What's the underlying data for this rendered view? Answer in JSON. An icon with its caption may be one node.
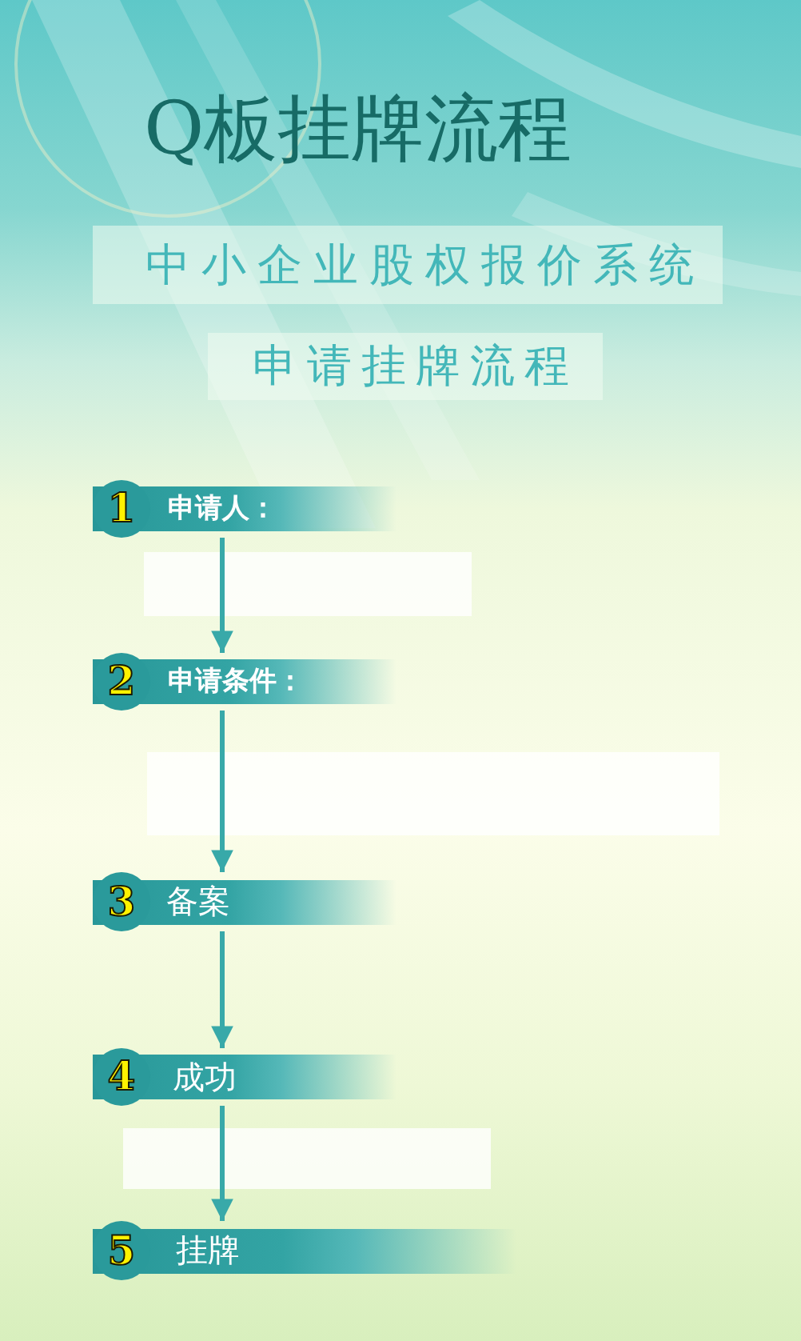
{
  "diagram": {
    "title": "Q板挂牌流程",
    "nodes": [
      {
        "text": [
          "中小企业股权报价系统"
        ]
      },
      {
        "text": [
          "申请挂牌流程"
        ]
      },
      {
        "text": [
          "1",
          "申请人："
        ]
      },
      {
        "text": [
          "2",
          "申请条件："
        ]
      },
      {
        "text": [
          "3",
          "备案"
        ]
      },
      {
        "text": [
          "4",
          "成功"
        ]
      },
      {
        "text": [
          "5",
          "挂牌"
        ]
      }
    ],
    "edges": [
      {
        "from": 2,
        "to": 3,
        "arrow": "to"
      },
      {
        "from": 3,
        "to": 4,
        "arrow": "to"
      },
      {
        "from": 4,
        "to": 5,
        "arrow": "to"
      },
      {
        "from": 5,
        "to": 6,
        "arrow": "to"
      }
    ]
  }
}
